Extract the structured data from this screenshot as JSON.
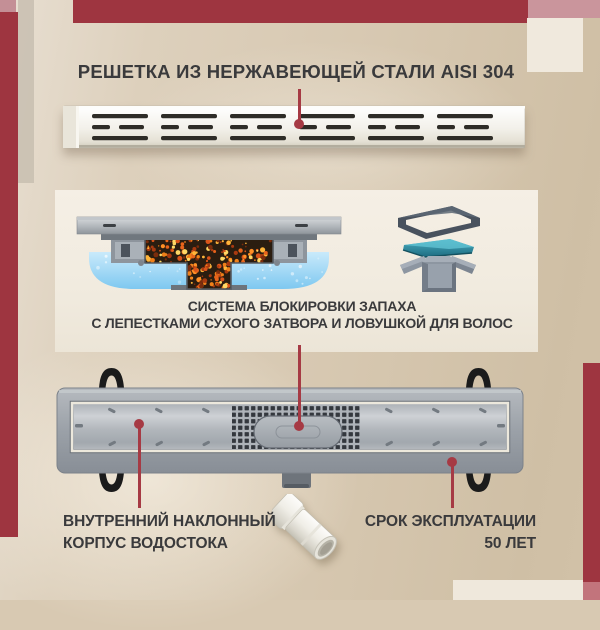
{
  "header": {
    "title": "РЕШЕТКА ИЗ НЕРЖАВЕЮЩЕЙ СТАЛИ AISI 304"
  },
  "odor_system": {
    "line1": "СИСТЕМА БЛОКИРОВКИ ЗАПАХА",
    "line2": "С ЛЕПЕСТКАМИ СУХОГО ЗАТВОРА И ЛОВУШКОЙ ДЛЯ ВОЛОС"
  },
  "drain_body": {
    "line1": "ВНУТРЕННИЙ НАКЛОННЫЙ",
    "line2": "КОРПУС ВОДОСТОКА"
  },
  "lifespan": {
    "line1": "СРОК ЭКСПЛУАТАЦИИ",
    "line2": "50 ЛЕТ"
  },
  "colors": {
    "accent_callout": "#a63a44",
    "dark_red_block": "#9e3540",
    "pink_block": "#ca959c",
    "rose_block": "#c48f96",
    "cream_card": "#f1ebdf",
    "background_beige": "#d7c8b1",
    "text_dark": "#3a3a3c",
    "steel_gray": "#9aa0a6",
    "teal_gasket": "#2f97ad",
    "water_blue": "#8fd0f2",
    "debris_orange": "#e87a1e"
  }
}
